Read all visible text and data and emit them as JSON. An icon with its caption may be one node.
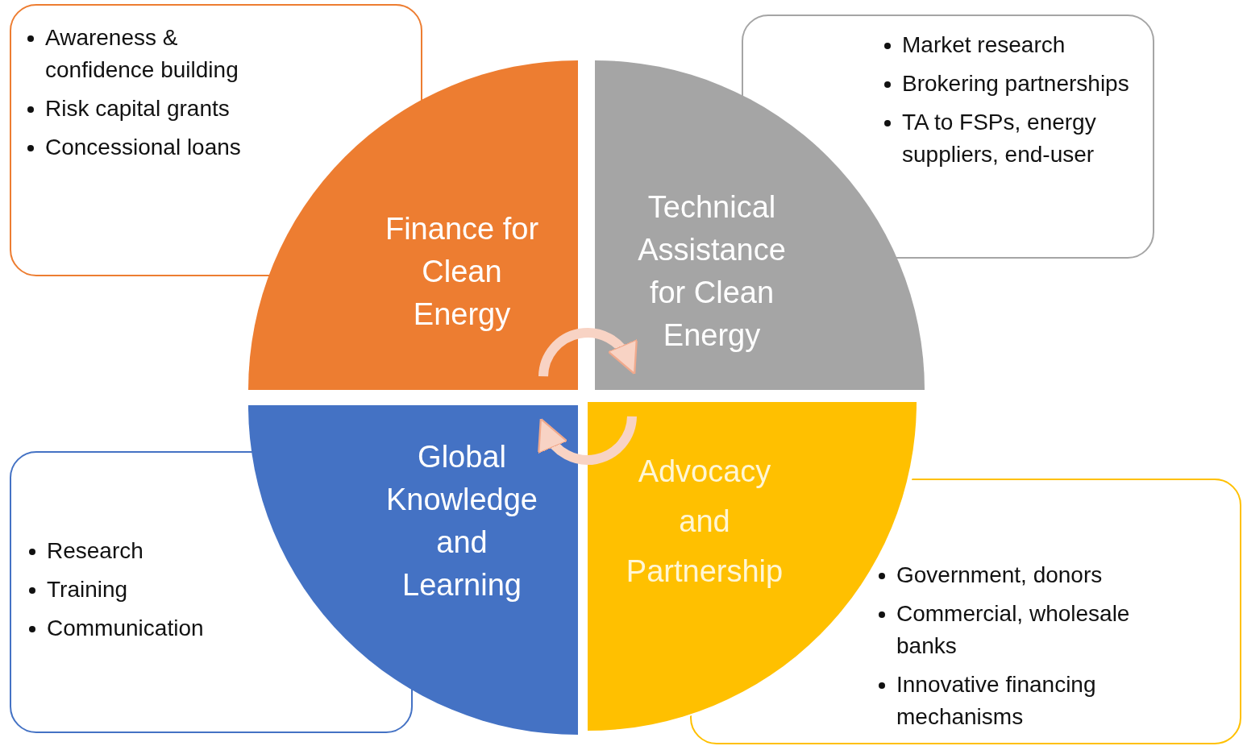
{
  "diagram": {
    "nodes": [
      {
        "text": [
          "Awareness & confidence building",
          "Risk capital grants",
          "Concessional loans"
        ]
      },
      {
        "text": [
          "Market research",
          "Brokering partnerships",
          "TA to FSPs, energy suppliers, end-user"
        ]
      },
      {
        "text": [
          "Finance for Clean Energy"
        ]
      },
      {
        "text": [
          "Technical Assistance for Clean Energy"
        ]
      },
      {
        "text": [
          "Global Knowledge and Learning"
        ]
      },
      {
        "text": [
          "Advocacy and Partnership"
        ]
      },
      {
        "text": [
          "Research",
          "Training",
          "Communication"
        ]
      },
      {
        "text": [
          "Government, donors",
          "Commercial, wholesale banks",
          "Innovative financing mechanisms"
        ]
      }
    ],
    "edges": [
      {
        "from": 2,
        "to": 3,
        "arrow": "to"
      },
      {
        "from": 5,
        "to": 4,
        "arrow": "to"
      }
    ]
  }
}
